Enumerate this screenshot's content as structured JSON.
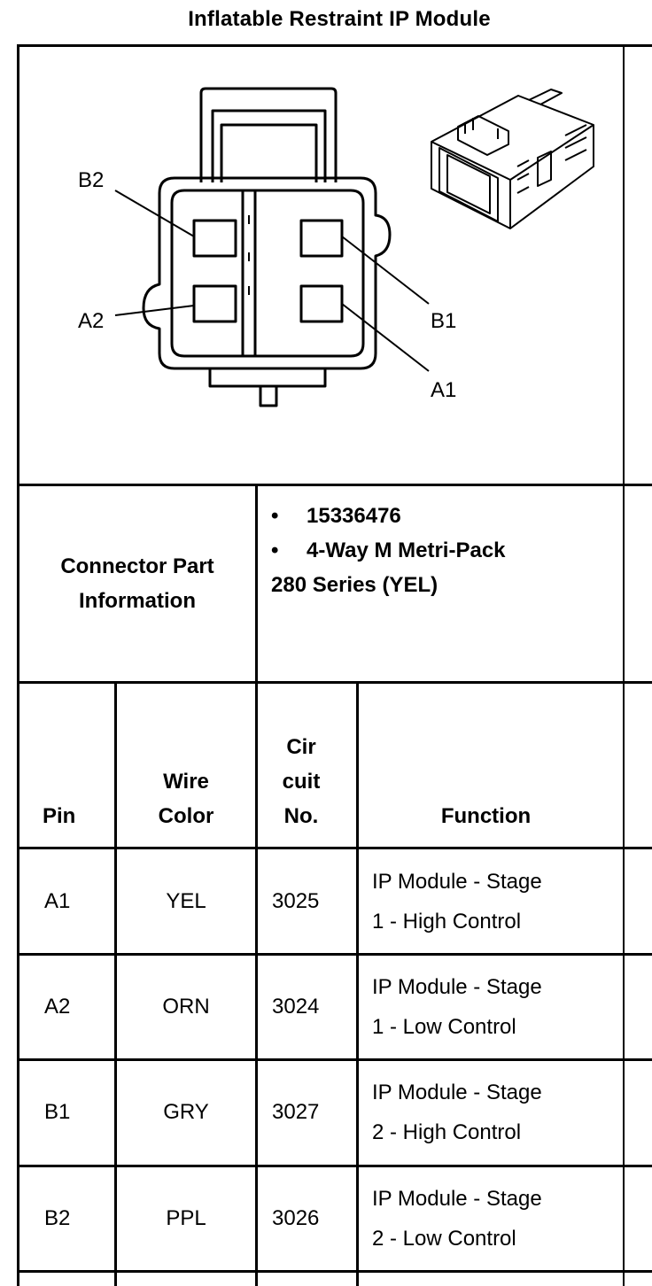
{
  "title": "Inflatable Restraint IP Module",
  "diagram": {
    "labels": {
      "b2": "B2",
      "a2": "A2",
      "b1": "B1",
      "a1": "A1"
    }
  },
  "connector": {
    "label_line1": "Connector Part",
    "label_line2": "Information",
    "bullet": "•",
    "part_number": "15336476",
    "description_line1": "4-Way M Metri-Pack",
    "description_line2": "280 Series (YEL)"
  },
  "table": {
    "headers": {
      "pin": "Pin",
      "wire_line1": "Wire",
      "wire_line2": "Color",
      "circuit_line1": "Cir",
      "circuit_line2": "cuit",
      "circuit_line3": "No.",
      "function": "Function"
    },
    "rows": [
      {
        "pin": "A1",
        "color": "YEL",
        "circuit": "3025",
        "function_line1": "IP Module - Stage",
        "function_line2": "1 - High Control"
      },
      {
        "pin": "A2",
        "color": "ORN",
        "circuit": "3024",
        "function_line1": "IP Module - Stage",
        "function_line2": "1 - Low Control"
      },
      {
        "pin": "B1",
        "color": "GRY",
        "circuit": "3027",
        "function_line1": "IP Module - Stage",
        "function_line2": "2 - High Control"
      },
      {
        "pin": "B2",
        "color": "PPL",
        "circuit": "3026",
        "function_line1": "IP Module - Stage",
        "function_line2": "2 - Low Control"
      }
    ]
  }
}
